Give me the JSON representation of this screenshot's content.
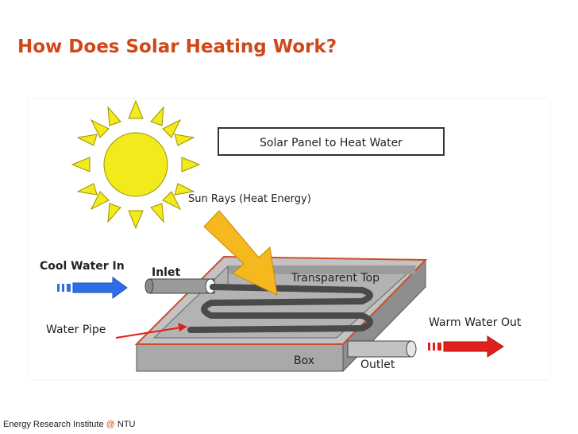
{
  "slide": {
    "title": "How Does Solar Heating Work?"
  },
  "diagram": {
    "caption_box": "Solar Panel to Heat Water",
    "labels": {
      "sun_rays": "Sun Rays (Heat Energy)",
      "cool_water_in": "Cool Water In",
      "inlet": "Inlet",
      "transparent_top": "Transparent Top",
      "water_pipe": "Water Pipe",
      "warm_water_out": "Warm Water Out",
      "box": "Box",
      "outlet": "Outlet"
    },
    "colors": {
      "sun": "#f2ea1b",
      "sun_outline": "#9a9400",
      "ray_arrow": "#f5b81e",
      "cool_arrow": "#2c6ee8",
      "warm_arrow": "#e0201c",
      "panel_frame": "#b9b9b9",
      "panel_border": "#c9502a",
      "pipe": "#4a4a4a"
    },
    "icons": [
      "sun-icon",
      "sun-ray-arrow-icon",
      "cool-water-arrow-icon",
      "warm-water-arrow-icon",
      "water-pipe-pointer-icon"
    ]
  },
  "footer": {
    "institute": "Energy Research Institute",
    "at": "@",
    "org": "NTU"
  }
}
